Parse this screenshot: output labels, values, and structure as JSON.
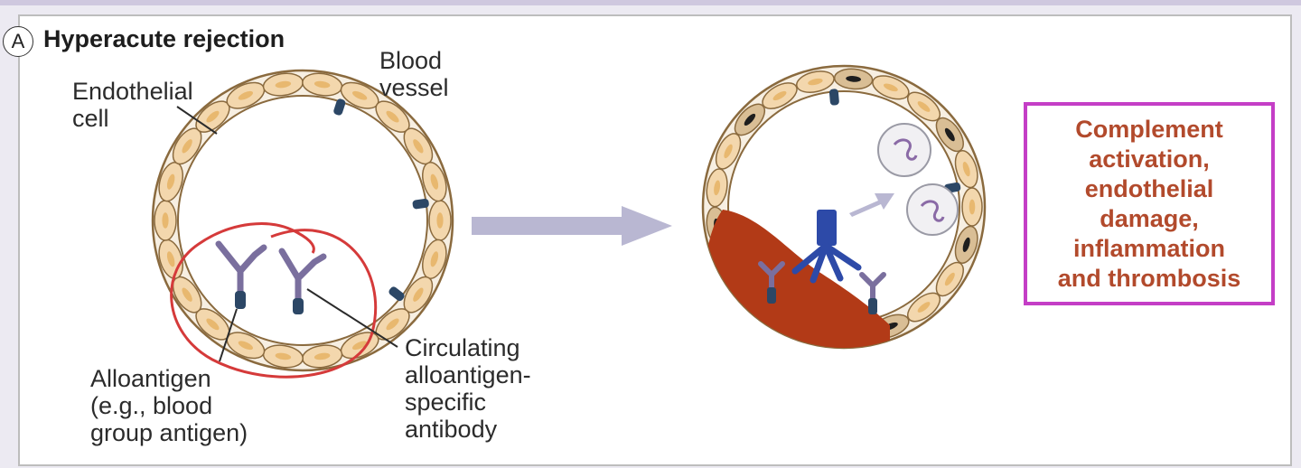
{
  "panel": {
    "letter": "A",
    "title": "Hyperacute rejection"
  },
  "labels": {
    "endothelial_cell": "Endothelial\ncell",
    "blood_vessel": "Blood\nvessel",
    "alloantigen": "Alloantigen\n(e.g., blood\ngroup antigen)",
    "antibody": "Circulating\nalloantigen-\nspecific\nantibody"
  },
  "callout": {
    "text": "Complement\nactivation,\nendothelial\ndamage,\ninflammation\nand thrombosis",
    "border_color": "#c43ec6",
    "text_color": "#b24a2c"
  },
  "colors": {
    "cell_fill": "#f3d7ad",
    "cell_outline": "#8a6a3e",
    "antibody": "#7a6f9e",
    "antigen": "#2c4766",
    "thrombus": "#b23a17",
    "arrow": "#b9b7d2",
    "annotation_circle": "#d53a3a"
  }
}
